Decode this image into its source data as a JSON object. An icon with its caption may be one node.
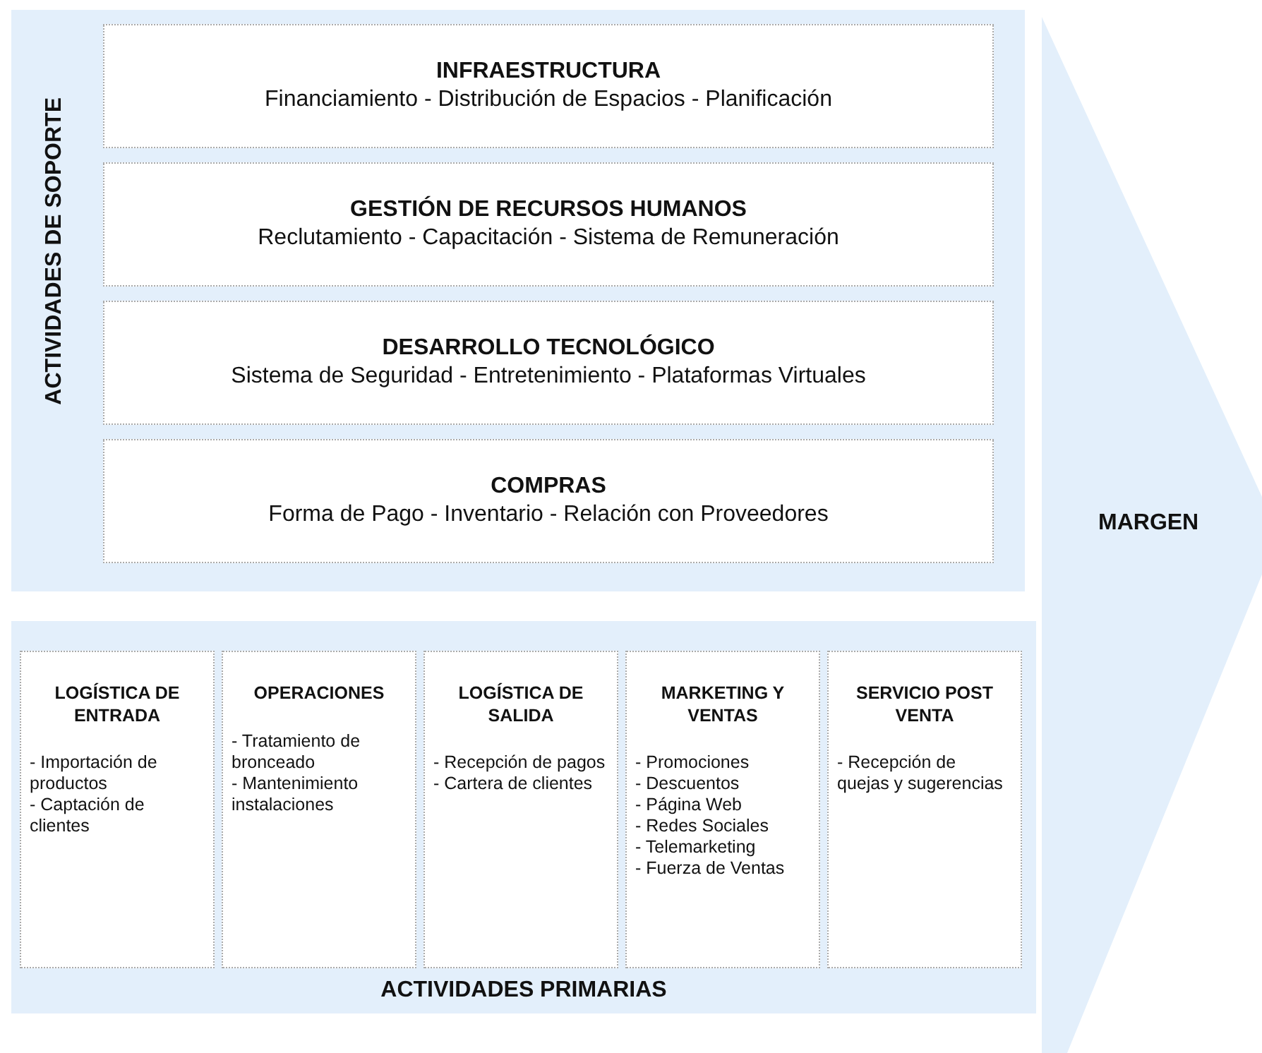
{
  "diagram": {
    "nodes": [
      {
        "text": [
          "ACTIVIDADES DE SOPORTE"
        ]
      },
      {
        "text": [
          "INFRAESTRUCTURA",
          "Financiamiento - Distribución de Espacios - Planificación"
        ],
        "in": 0
      },
      {
        "text": [
          "GESTIÓN DE RECURSOS HUMANOS",
          "Reclutamiento - Capacitación - Sistema de Remuneración"
        ],
        "in": 0
      },
      {
        "text": [
          "DESARROLLO TECNOLÓGICO",
          "Sistema de Seguridad - Entretenimiento - Plataformas Virtuales"
        ],
        "in": 0
      },
      {
        "text": [
          "COMPRAS",
          "Forma de Pago - Inventario - Relación con Proveedores"
        ],
        "in": 0
      },
      {
        "text": [
          "ACTIVIDADES PRIMARIAS"
        ]
      },
      {
        "text": [
          "LOGÍSTICA DE ENTRADA",
          "- Importación de productos",
          "- Captación de clientes"
        ],
        "in": 5
      },
      {
        "text": [
          "OPERACIONES",
          "- Tratamiento de bronceado",
          "- Mantenimiento instalaciones"
        ],
        "in": 5
      },
      {
        "text": [
          "LOGÍSTICA DE SALIDA",
          "- Recepción de pagos",
          "- Cartera de clientes"
        ],
        "in": 5
      },
      {
        "text": [
          "MARKETING Y VENTAS",
          "- Promociones",
          "- Descuentos",
          "- Página Web",
          "- Redes Sociales",
          "- Telemarketing",
          "- Fuerza de Ventas"
        ],
        "in": 5
      },
      {
        "text": [
          "SERVICIO POST VENTA",
          "- Recepción de quejas y sugerencias"
        ],
        "in": 5
      },
      {
        "text": [
          "MARGEN"
        ]
      }
    ]
  }
}
